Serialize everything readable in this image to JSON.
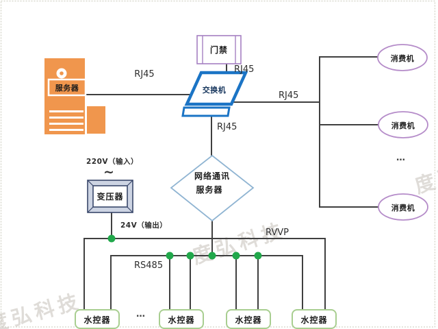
{
  "diagram": {
    "watermark": "度弘科技",
    "nodes": {
      "server": {
        "label": "服务器"
      },
      "access": {
        "label": "门禁"
      },
      "switch": {
        "label": "交换机"
      },
      "netserver": {
        "line1": "网络通讯",
        "line2": "服务器"
      },
      "transformer": {
        "label": "变压器"
      },
      "consumers": [
        {
          "label": "消费机"
        },
        {
          "label": "消费机"
        },
        {
          "label": "消费机"
        }
      ],
      "controllers": [
        {
          "label": "水控器"
        },
        {
          "label": "水控器"
        },
        {
          "label": "水控器"
        },
        {
          "label": "水控器"
        }
      ]
    },
    "labels": {
      "rj45_server": "RJ45",
      "rj45_access": "RJ45",
      "rj45_right": "RJ45",
      "rj45_down": "RJ45",
      "rvvp": "RVVP",
      "rs485": "RS485",
      "input_220v": "220V（输入）",
      "ac_tilde": "~",
      "output_24v": "24V（输出）",
      "ellipsis_consumers": "…",
      "ellipsis_controllers": "…"
    },
    "colors": {
      "server_orange": "#F0964D",
      "switch_blue": "#1B74C5",
      "access_purple": "#A57FC1",
      "consumer_purple": "#B58CC9",
      "netserver_blue": "#8FB4D2",
      "transformer_navy": "#39476A",
      "controller_green": "#A8CE90",
      "junction_green": "#21A84B",
      "line_dark": "#3F3F3F"
    }
  }
}
